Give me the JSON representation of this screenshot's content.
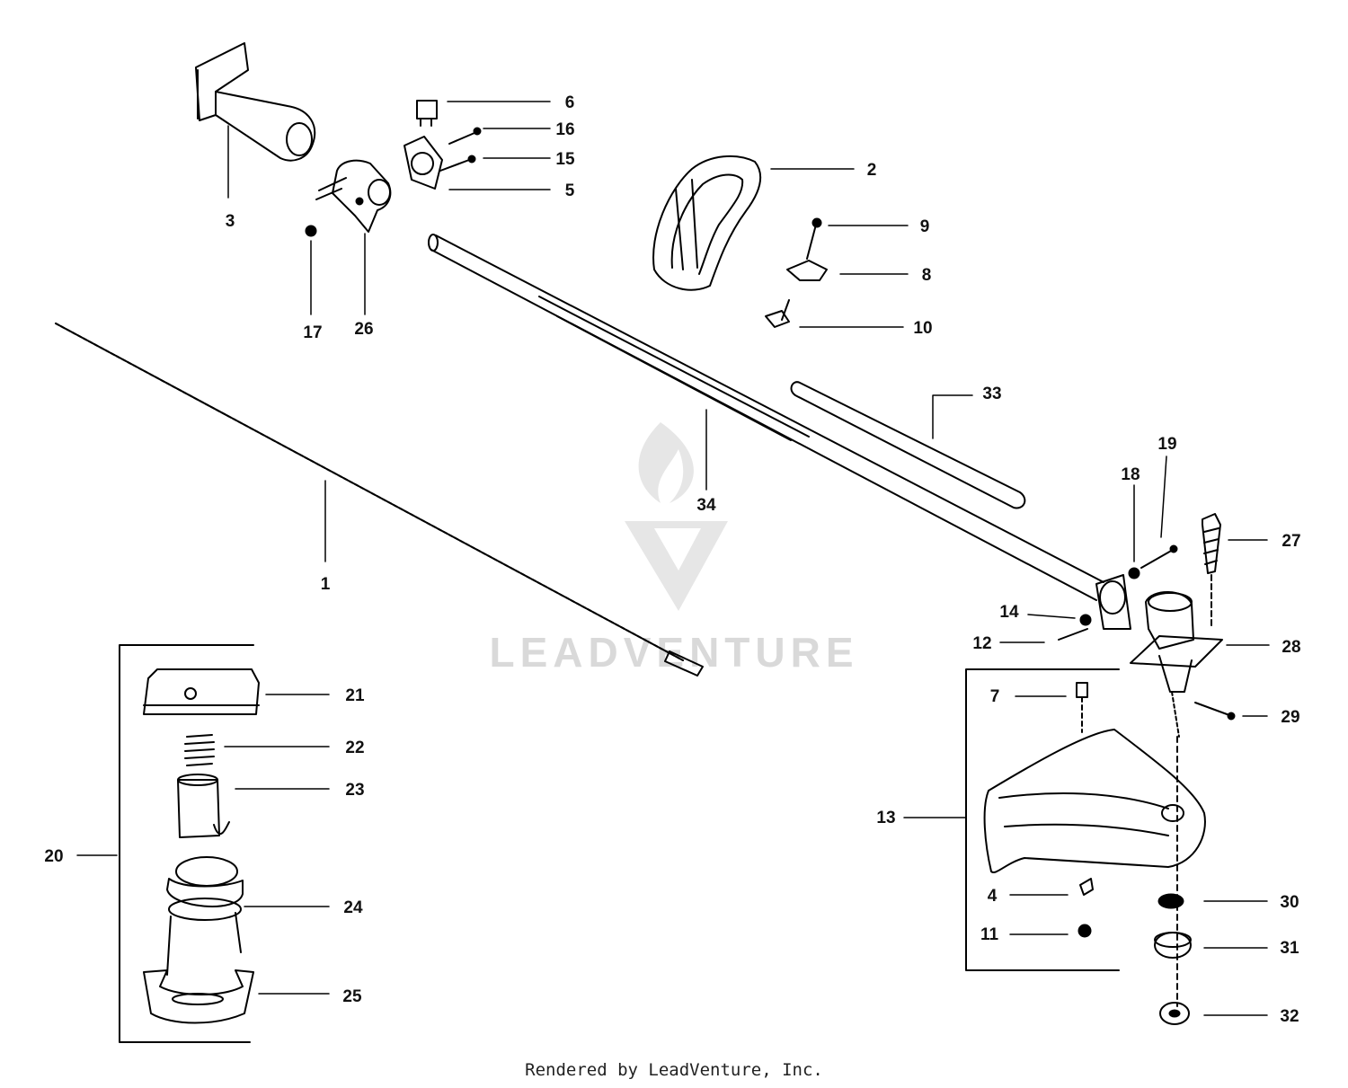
{
  "watermark": "LEADVENTURE",
  "footer": "Rendered by LeadVenture, Inc.",
  "parts": {
    "p1": "1",
    "p2": "2",
    "p3": "3",
    "p4": "4",
    "p5": "5",
    "p6": "6",
    "p7": "7",
    "p8": "8",
    "p9": "9",
    "p10": "10",
    "p11": "11",
    "p12": "12",
    "p13": "13",
    "p14": "14",
    "p15": "15",
    "p16": "16",
    "p17": "17",
    "p18": "18",
    "p19": "19",
    "p20": "20",
    "p21": "21",
    "p22": "22",
    "p23": "23",
    "p24": "24",
    "p25": "25",
    "p26": "26",
    "p27": "27",
    "p28": "28",
    "p29": "29",
    "p30": "30",
    "p31": "31",
    "p32": "32",
    "p33": "33",
    "p34": "34"
  }
}
